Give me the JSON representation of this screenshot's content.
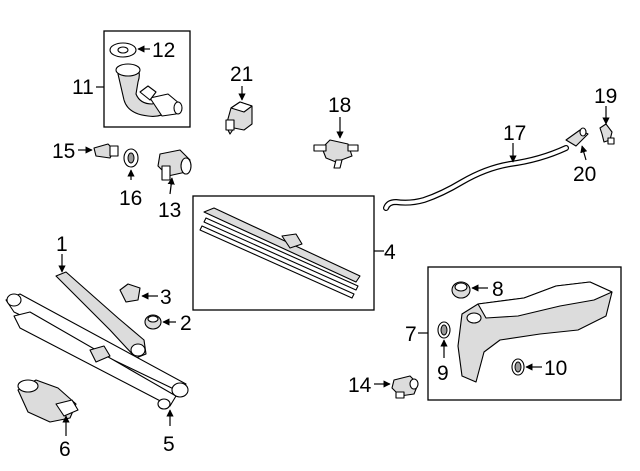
{
  "diagram": {
    "callouts": {
      "n1": "1",
      "n2": "2",
      "n3": "3",
      "n4": "4",
      "n5": "5",
      "n6": "6",
      "n7": "7",
      "n8": "8",
      "n9": "9",
      "n10": "10",
      "n11": "11",
      "n12": "12",
      "n13": "13",
      "n14": "14",
      "n15": "15",
      "n16": "16",
      "n17": "17",
      "n18": "18",
      "n19": "19",
      "n20": "20",
      "n21": "21"
    },
    "colors": {
      "line": "#000000",
      "background": "#ffffff",
      "shade": "#dcdcdc"
    }
  }
}
